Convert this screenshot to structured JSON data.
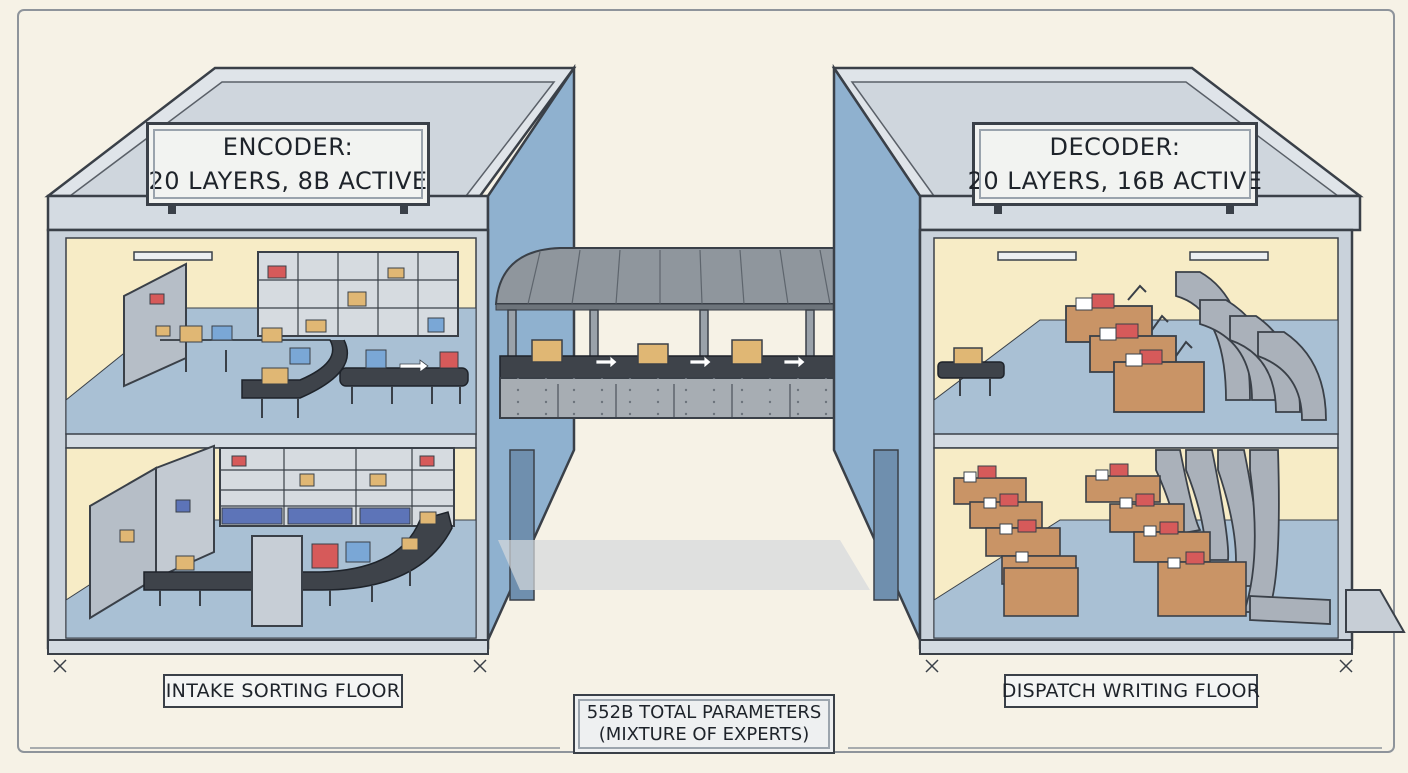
{
  "encoder": {
    "sign_line1": "ENCODER:",
    "sign_line2": "20 LAYERS, 8B ACTIVE",
    "floor_label": "INTAKE SORTING FLOOR"
  },
  "decoder": {
    "sign_line1": "DECODER:",
    "sign_line2": "20 LAYERS, 16B ACTIVE",
    "floor_label": "DISPATCH WRITING FLOOR"
  },
  "total": {
    "line1": "552B TOTAL PARAMETERS",
    "line2": "(MIXTURE OF EXPERTS)"
  },
  "colors": {
    "background": "#f6f2e6",
    "wall_blue": "#8fb1cf",
    "roof_gray": "#d7dde3",
    "floor_blue": "#a9c0d4",
    "interior_cream": "#f7ecc6",
    "conveyor": "#3e434a",
    "box_tan": "#e0b774",
    "box_red": "#d65a5a",
    "box_blue": "#7aa7d6",
    "desk": "#c99466",
    "duct": "#aab1ba"
  }
}
